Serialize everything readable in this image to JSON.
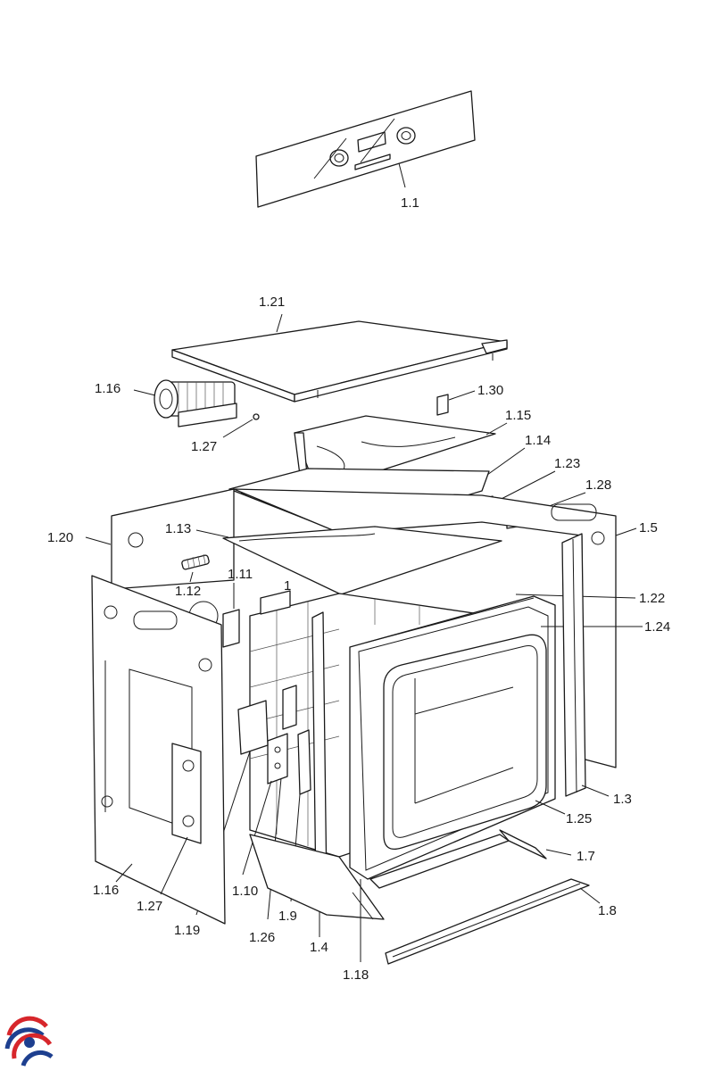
{
  "diagram": {
    "callouts": {
      "p1_1": "1.1",
      "p1_21": "1.21",
      "p1_16_top": "1.16",
      "p1_30": "1.30",
      "p1_15": "1.15",
      "p1_27_top": "1.27",
      "p1_14": "1.14",
      "p1_23": "1.23",
      "p1_28": "1.28",
      "p1_20": "1.20",
      "p1_13": "1.13",
      "p1_5": "1.5",
      "p1_12": "1.12",
      "p1_11": "1.11",
      "p1_22": "1.22",
      "p1_24": "1.24",
      "p1_3": "1.3",
      "p1_25": "1.25",
      "p1_7": "1.7",
      "p1_16_bottom": "1.16",
      "p1_8": "1.8",
      "p1_27_bottom": "1.27",
      "p1_10": "1.10",
      "p1_9": "1.9",
      "p1_19": "1.19",
      "p1_26": "1.26",
      "p1_4": "1.4",
      "p1_18": "1.18",
      "p1_1_small": "1"
    },
    "logo_colors": {
      "red": "#d7262b",
      "blue": "#1d3f8f"
    }
  }
}
